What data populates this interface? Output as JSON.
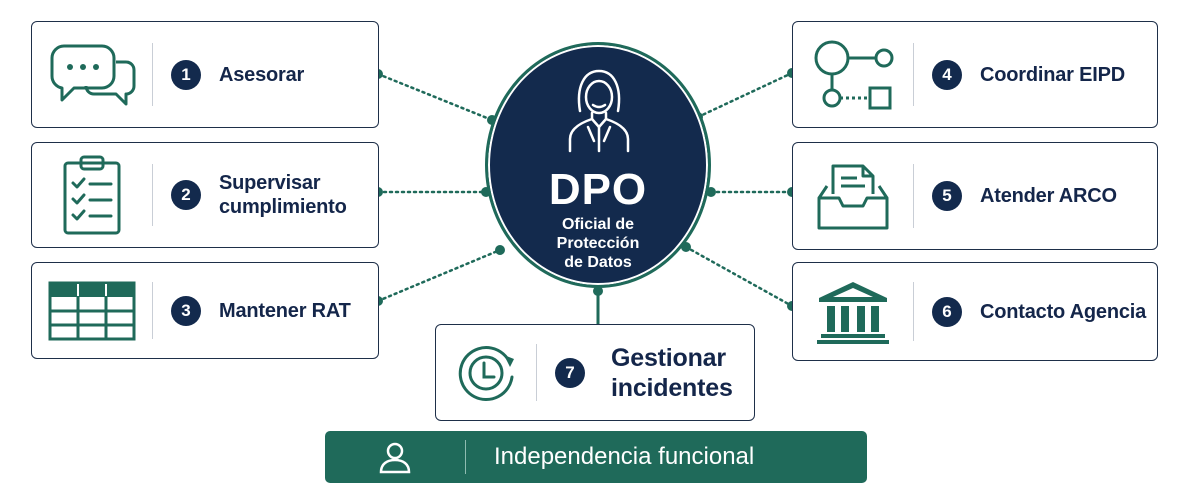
{
  "hub": {
    "title": "DPO",
    "subtitle_lines": [
      "Oficial de",
      "Protección",
      "de Datos"
    ],
    "icon": "person-icon"
  },
  "functions": [
    {
      "number": "1",
      "label_lines": [
        "Asesorar"
      ],
      "icon": "chat-bubbles-icon"
    },
    {
      "number": "2",
      "label_lines": [
        "Supervisar",
        "cumplimiento"
      ],
      "icon": "clipboard-checklist-icon"
    },
    {
      "number": "3",
      "label_lines": [
        "Mantener RAT"
      ],
      "icon": "table-icon"
    },
    {
      "number": "4",
      "label_lines": [
        "Coordinar EIPD"
      ],
      "icon": "flow-nodes-icon"
    },
    {
      "number": "5",
      "label_lines": [
        "Atender ARCO"
      ],
      "icon": "inbox-document-icon"
    },
    {
      "number": "6",
      "label_lines": [
        "Contacto Agencia"
      ],
      "icon": "government-building-icon"
    },
    {
      "number": "7",
      "label_lines": [
        "Gestionar",
        "incidentes"
      ],
      "icon": "clock-refresh-icon"
    }
  ],
  "banner": {
    "text": "Independencia funcional",
    "icon": "user-icon"
  },
  "colors": {
    "navy": "#132a4d",
    "green": "#1f6a5a",
    "border": "#1e2f49"
  }
}
